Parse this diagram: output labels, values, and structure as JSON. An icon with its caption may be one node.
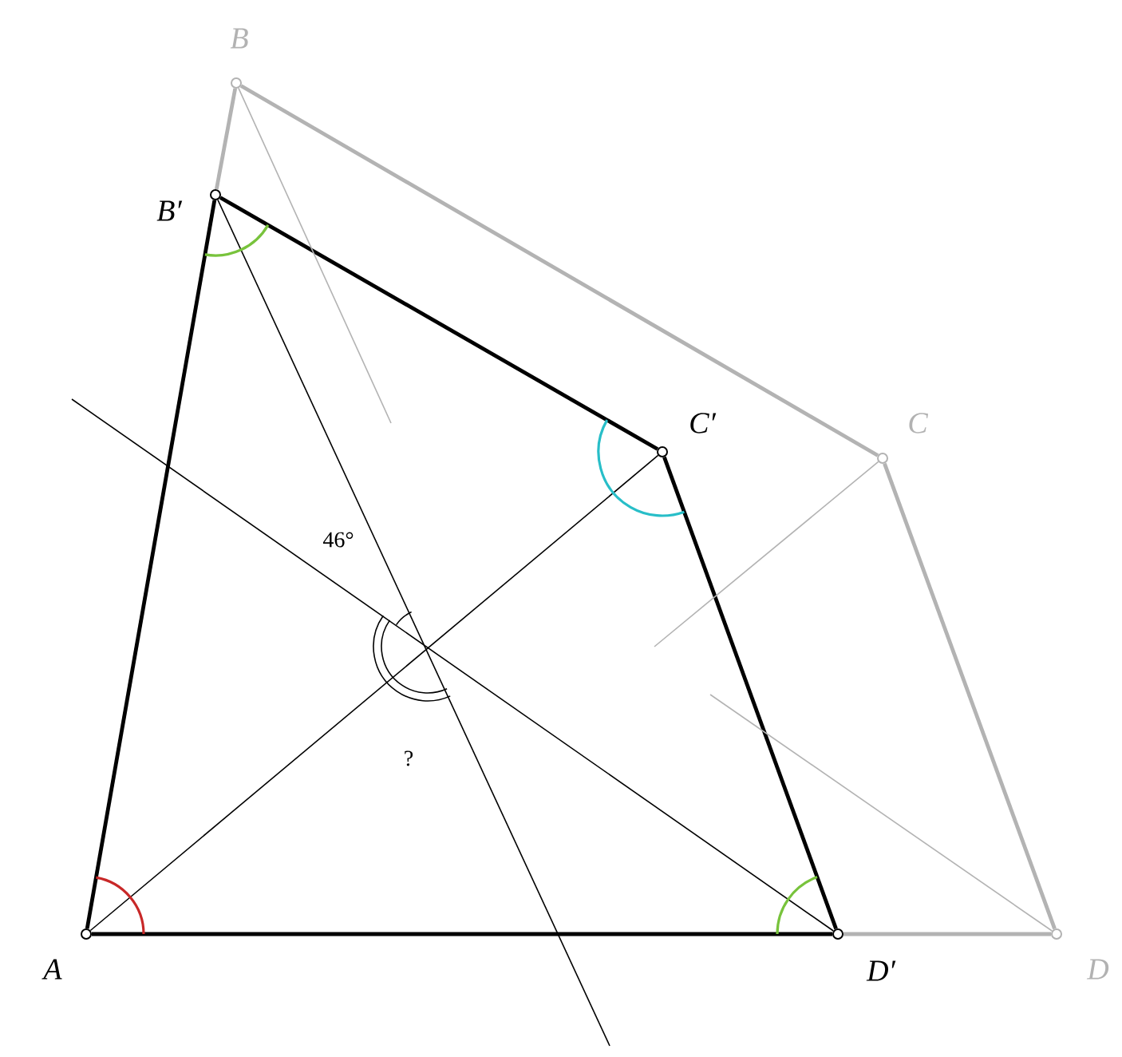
{
  "diagram": {
    "nodes": [
      {
        "text": [],
        "shape": "circle",
        "beside": [
          "A"
        ]
      },
      {
        "text": [],
        "shape": "circle",
        "beside": [
          "B"
        ]
      },
      {
        "text": [],
        "shape": "circle",
        "beside": [
          "B′"
        ]
      },
      {
        "text": [],
        "shape": "circle",
        "beside": [
          "C"
        ]
      },
      {
        "text": [],
        "shape": "circle",
        "beside": [
          "C′"
        ]
      },
      {
        "text": [],
        "shape": "circle",
        "beside": [
          "D′"
        ]
      },
      {
        "text": [],
        "shape": "circle",
        "beside": [
          "D"
        ]
      }
    ],
    "edges": [
      {
        "from": 0,
        "to": 2,
        "arrow": "none"
      },
      {
        "from": 2,
        "to": 4,
        "arrow": "none"
      },
      {
        "from": 4,
        "to": 5,
        "arrow": "none"
      },
      {
        "from": 5,
        "to": 0,
        "arrow": "none"
      },
      {
        "from": 0,
        "to": 4,
        "arrow": "none"
      },
      {
        "from": null,
        "to": 5,
        "arrow": "none"
      },
      {
        "from": 2,
        "to": null,
        "arrow": "none"
      },
      {
        "from": 2,
        "to": 1,
        "arrow": "none",
        "color": "#b3b3b3"
      },
      {
        "from": 1,
        "to": 3,
        "arrow": "none",
        "color": "#b3b3b3"
      },
      {
        "from": 3,
        "to": 6,
        "arrow": "none",
        "color": "#b3b3b3"
      },
      {
        "from": 5,
        "to": 6,
        "arrow": "none",
        "color": "#b3b3b3"
      },
      {
        "from": 1,
        "to": null,
        "arrow": "none",
        "color": "#b3b3b3"
      },
      {
        "from": 3,
        "to": null,
        "arrow": "none",
        "color": "#b3b3b3"
      },
      {
        "from": 6,
        "to": null,
        "arrow": "none",
        "color": "#b3b3b3"
      }
    ],
    "labels": [
      "46°",
      "?"
    ]
  }
}
